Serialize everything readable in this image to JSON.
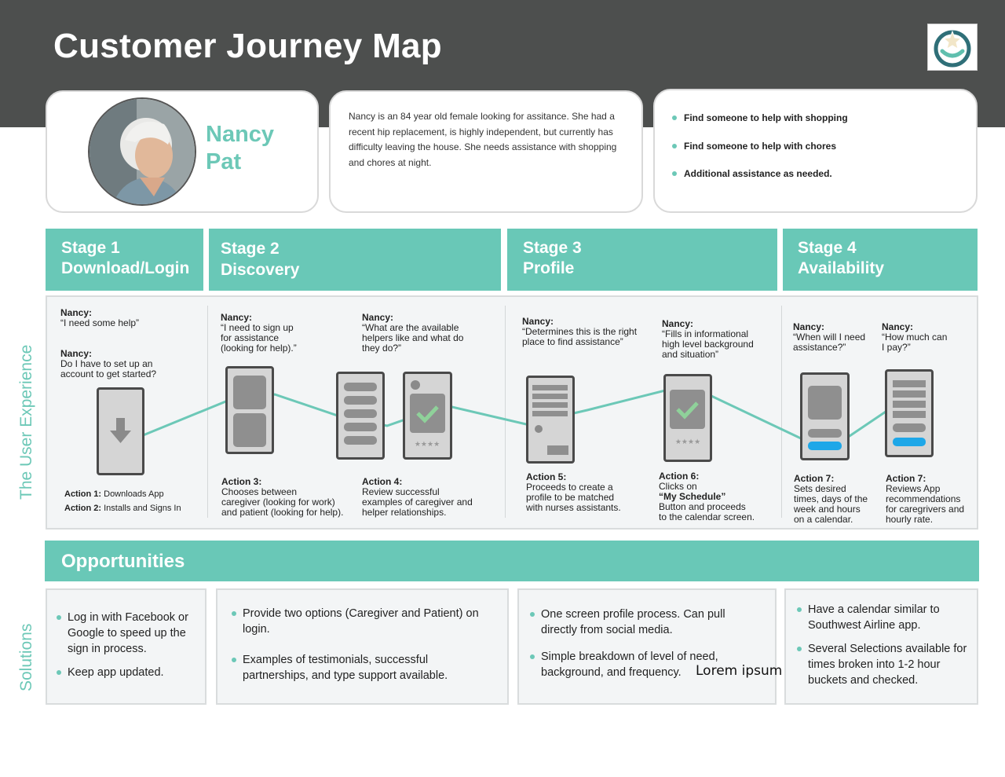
{
  "header": {
    "title": "Customer Journey Map"
  },
  "persona": {
    "first_name": "Nancy",
    "last_name": "Pat",
    "bio": "Nancy is an 84 year old female looking for assitance. She had a recent hip replacement, is highly independent, but currently has difficulty leaving the house. She needs assistance with shopping and chores at night."
  },
  "goals": [
    "Find someone to help with shopping",
    "Find someone to help with chores",
    "Additional assistance as needed."
  ],
  "stages": [
    {
      "number": "Stage 1",
      "name": "Download/Login"
    },
    {
      "number": "Stage 2",
      "name": "Discovery"
    },
    {
      "number": "Stage 3",
      "name": "Profile"
    },
    {
      "number": "Stage 4",
      "name": "Availability"
    }
  ],
  "side_labels": {
    "ux": "The User Experience",
    "solutions": "Solutions"
  },
  "quotes": [
    {
      "speaker": "Nancy:",
      "lines": [
        "“I need some help”"
      ]
    },
    {
      "speaker": "Nancy:",
      "lines": [
        "Do I have to set up an",
        "account to get started?"
      ]
    },
    {
      "speaker": "Nancy:",
      "lines": [
        "“I need to sign up",
        "for assistance",
        "(looking for help).”"
      ]
    },
    {
      "speaker": "Nancy:",
      "lines": [
        "“What are the available",
        "helpers like and what do",
        "they do?”"
      ]
    },
    {
      "speaker": "Nancy:",
      "lines": [
        "“Determines this is the right",
        "place to find assistance”"
      ]
    },
    {
      "speaker": "Nancy:",
      "lines": [
        "“Fills in informational",
        "high level background",
        "and situation”"
      ]
    },
    {
      "speaker": "Nancy:",
      "lines": [
        "“When will I need",
        "assistance?”"
      ]
    },
    {
      "speaker": "Nancy:",
      "lines": [
        "“How much can",
        "I pay?”"
      ]
    }
  ],
  "actions": {
    "a1": {
      "label": "Action 1:",
      "text": "Downloads App"
    },
    "a2": {
      "label": "Action 2:",
      "text": "Installs and Signs In"
    },
    "a3": {
      "label": "Action 3:",
      "lines": [
        "Chooses between",
        "caregiver (looking for work)",
        "and patient (looking for help)."
      ]
    },
    "a4": {
      "label": "Action 4:",
      "lines": [
        "Review successful",
        "examples of caregiver and",
        "helper relationships."
      ]
    },
    "a5": {
      "label": "Action 5:",
      "lines": [
        "Proceeds to create a",
        "profile to be matched",
        "with nurses assistants."
      ]
    },
    "a6": {
      "label": "Action 6:",
      "line1": "Clicks on",
      "highlight": "“My Schedule”",
      "lines": [
        "Button and proceeds",
        "to the calendar screen."
      ]
    },
    "a7a": {
      "label": "Action 7:",
      "lines": [
        "Sets desired",
        "times, days of the",
        "week and hours",
        "on a calendar."
      ]
    },
    "a7b": {
      "label": "Action 7:",
      "lines": [
        "Reviews  App",
        "recommendations",
        "for caregrivers and",
        "hourly rate."
      ]
    }
  },
  "opportunities": {
    "title": "Opportunities"
  },
  "solutions": [
    [
      "Log in with Facebook or Google to speed up the sign in process.",
      "Keep app updated."
    ],
    [
      "Provide two options (Caregiver and Patient) on login.",
      "Examples of testimonials, successful partnerships, and type support available."
    ],
    [
      "One screen profile process. Can pull directly from social media.",
      "Simple breakdown of level of need, background, and frequency."
    ],
    [
      "Have a calendar similar to Southwest Airline app.",
      "Several Selections available for times broken into 1-2 hour buckets and checked."
    ]
  ],
  "stray_text": "Lorem ipsum",
  "colors": {
    "accent": "#69c8b7",
    "header": "#4d4f4e",
    "panel": "#f3f5f6",
    "button_blue": "#1ea7e8"
  }
}
